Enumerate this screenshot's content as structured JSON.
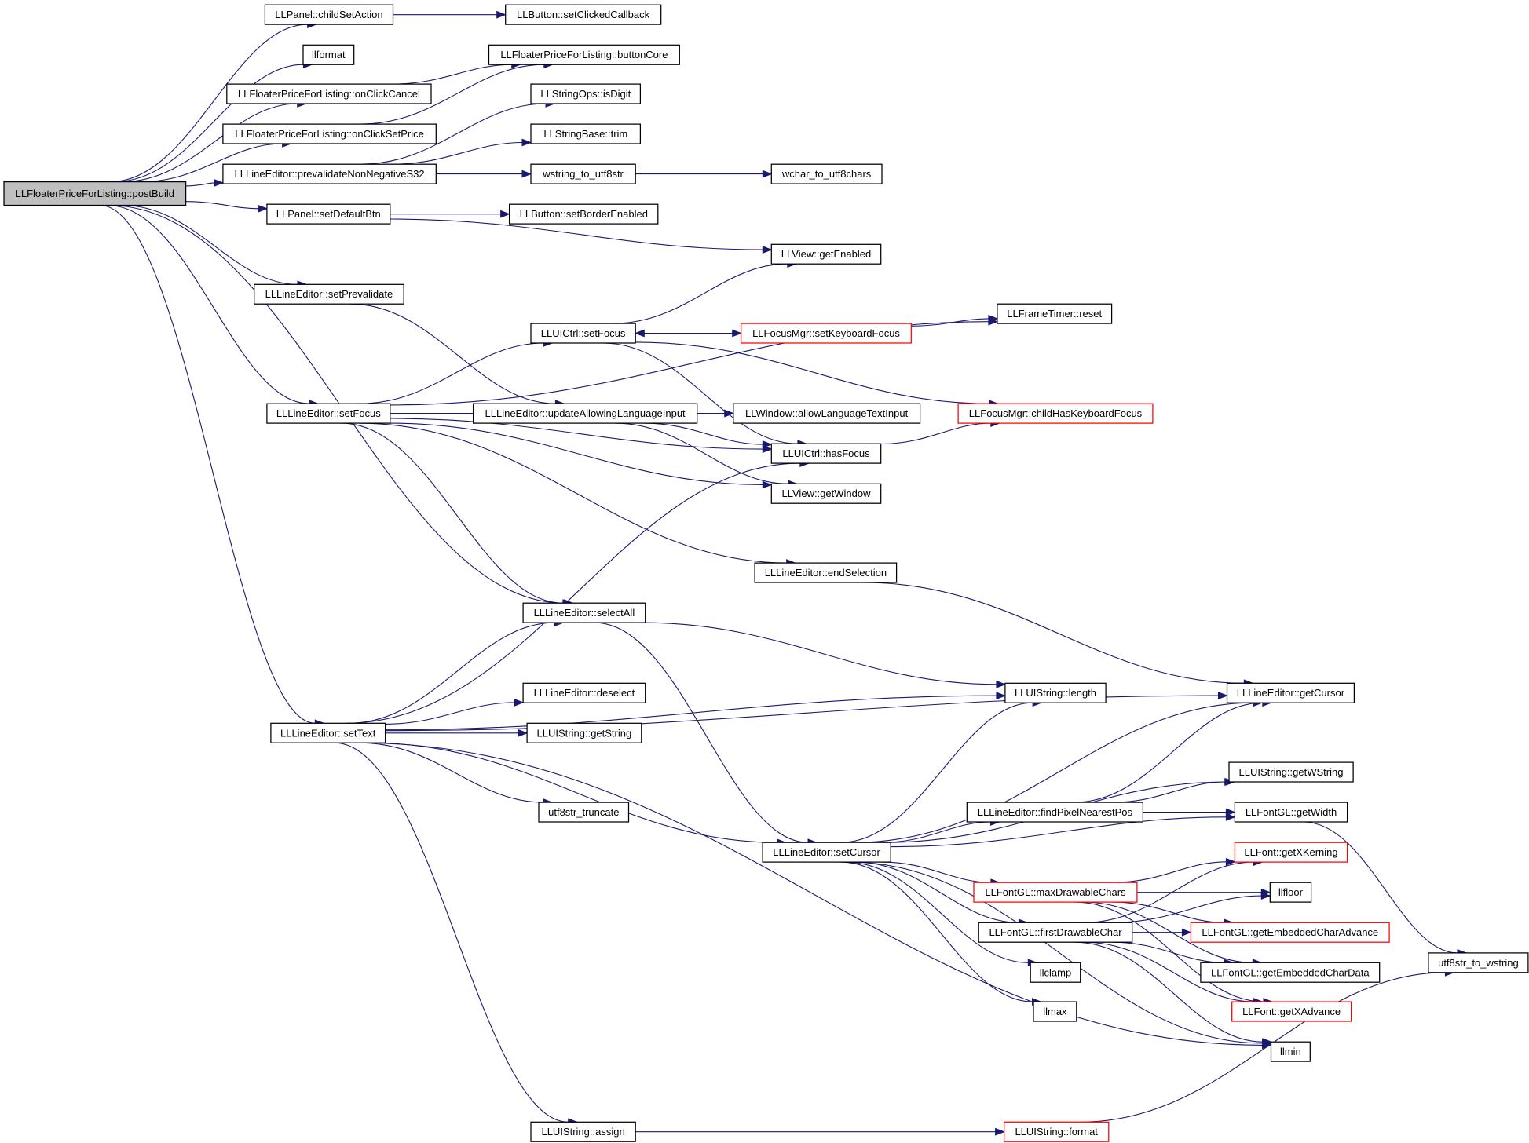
{
  "colors": {
    "edge": "#191970",
    "border_normal": "#000000",
    "border_truncated": "#ff0000",
    "fill_root": "#bfbfbf",
    "fill_normal": "#ffffff"
  },
  "nodes": [
    {
      "id": "postBuild",
      "label": "LLFloaterPriceForListing::postBuild",
      "kind": "root"
    },
    {
      "id": "childSetAction",
      "label": "LLPanel::childSetAction",
      "kind": "normal"
    },
    {
      "id": "setClickedCallback",
      "label": "LLButton::setClickedCallback",
      "kind": "normal"
    },
    {
      "id": "llformat",
      "label": "llformat",
      "kind": "normal"
    },
    {
      "id": "buttonCore",
      "label": "LLFloaterPriceForListing::buttonCore",
      "kind": "normal"
    },
    {
      "id": "onClickCancel",
      "label": "LLFloaterPriceForListing::onClickCancel",
      "kind": "normal"
    },
    {
      "id": "isDigit",
      "label": "LLStringOps::isDigit",
      "kind": "normal"
    },
    {
      "id": "onClickSetPrice",
      "label": "LLFloaterPriceForListing::onClickSetPrice",
      "kind": "normal"
    },
    {
      "id": "trim",
      "label": "LLStringBase::trim",
      "kind": "normal"
    },
    {
      "id": "prevalidateNonNegativeS32",
      "label": "LLLineEditor::prevalidateNonNegativeS32",
      "kind": "normal"
    },
    {
      "id": "wstring_to_utf8str",
      "label": "wstring_to_utf8str",
      "kind": "normal"
    },
    {
      "id": "wchar_to_utf8chars",
      "label": "wchar_to_utf8chars",
      "kind": "normal"
    },
    {
      "id": "setDefaultBtn",
      "label": "LLPanel::setDefaultBtn",
      "kind": "normal"
    },
    {
      "id": "setBorderEnabled",
      "label": "LLButton::setBorderEnabled",
      "kind": "normal"
    },
    {
      "id": "getEnabled",
      "label": "LLView::getEnabled",
      "kind": "normal"
    },
    {
      "id": "setPrevalidate",
      "label": "LLLineEditor::setPrevalidate",
      "kind": "normal"
    },
    {
      "id": "reset",
      "label": "LLFrameTimer::reset",
      "kind": "normal"
    },
    {
      "id": "uictrlSetFocus",
      "label": "LLUICtrl::setFocus",
      "kind": "normal"
    },
    {
      "id": "setKeyboardFocus",
      "label": "LLFocusMgr::setKeyboardFocus",
      "kind": "truncated"
    },
    {
      "id": "leSetFocus",
      "label": "LLLineEditor::setFocus",
      "kind": "normal"
    },
    {
      "id": "updateAllowingLanguageInput",
      "label": "LLLineEditor::updateAllowingLanguageInput",
      "kind": "normal"
    },
    {
      "id": "allowLanguageTextInput",
      "label": "LLWindow::allowLanguageTextInput",
      "kind": "normal"
    },
    {
      "id": "childHasKeyboardFocus",
      "label": "LLFocusMgr::childHasKeyboardFocus",
      "kind": "truncated"
    },
    {
      "id": "hasFocus",
      "label": "LLUICtrl::hasFocus",
      "kind": "normal"
    },
    {
      "id": "getWindow",
      "label": "LLView::getWindow",
      "kind": "normal"
    },
    {
      "id": "endSelection",
      "label": "LLLineEditor::endSelection",
      "kind": "normal"
    },
    {
      "id": "selectAll",
      "label": "LLLineEditor::selectAll",
      "kind": "normal"
    },
    {
      "id": "length",
      "label": "LLUIString::length",
      "kind": "normal"
    },
    {
      "id": "getCursor",
      "label": "LLLineEditor::getCursor",
      "kind": "normal"
    },
    {
      "id": "deselect",
      "label": "LLLineEditor::deselect",
      "kind": "normal"
    },
    {
      "id": "setText",
      "label": "LLLineEditor::setText",
      "kind": "normal"
    },
    {
      "id": "getString",
      "label": "LLUIString::getString",
      "kind": "normal"
    },
    {
      "id": "getWString",
      "label": "LLUIString::getWString",
      "kind": "normal"
    },
    {
      "id": "utf8str_truncate",
      "label": "utf8str_truncate",
      "kind": "normal"
    },
    {
      "id": "findPixelNearestPos",
      "label": "LLLineEditor::findPixelNearestPos",
      "kind": "normal"
    },
    {
      "id": "getWidth",
      "label": "LLFontGL::getWidth",
      "kind": "normal"
    },
    {
      "id": "setCursor",
      "label": "LLLineEditor::setCursor",
      "kind": "normal"
    },
    {
      "id": "getXKerning",
      "label": "LLFont::getXKerning",
      "kind": "truncated"
    },
    {
      "id": "maxDrawableChars",
      "label": "LLFontGL::maxDrawableChars",
      "kind": "truncated"
    },
    {
      "id": "llfloor",
      "label": "llfloor",
      "kind": "normal"
    },
    {
      "id": "firstDrawableChar",
      "label": "LLFontGL::firstDrawableChar",
      "kind": "normal"
    },
    {
      "id": "getEmbeddedCharAdvance",
      "label": "LLFontGL::getEmbeddedCharAdvance",
      "kind": "truncated"
    },
    {
      "id": "llclamp",
      "label": "llclamp",
      "kind": "normal"
    },
    {
      "id": "getEmbeddedCharData",
      "label": "LLFontGL::getEmbeddedCharData",
      "kind": "normal"
    },
    {
      "id": "utf8str_to_wstring",
      "label": "utf8str_to_wstring",
      "kind": "normal"
    },
    {
      "id": "llmax",
      "label": "llmax",
      "kind": "normal"
    },
    {
      "id": "getXAdvance",
      "label": "LLFont::getXAdvance",
      "kind": "truncated"
    },
    {
      "id": "llmin",
      "label": "llmin",
      "kind": "normal"
    },
    {
      "id": "assign",
      "label": "LLUIString::assign",
      "kind": "normal"
    },
    {
      "id": "format",
      "label": "LLUIString::format",
      "kind": "truncated"
    }
  ],
  "edges": [
    {
      "from": "postBuild",
      "to": "childSetAction"
    },
    {
      "from": "postBuild",
      "to": "llformat"
    },
    {
      "from": "postBuild",
      "to": "onClickCancel"
    },
    {
      "from": "postBuild",
      "to": "onClickSetPrice"
    },
    {
      "from": "postBuild",
      "to": "prevalidateNonNegativeS32"
    },
    {
      "from": "postBuild",
      "to": "setDefaultBtn"
    },
    {
      "from": "postBuild",
      "to": "setPrevalidate"
    },
    {
      "from": "postBuild",
      "to": "leSetFocus"
    },
    {
      "from": "postBuild",
      "to": "selectAll"
    },
    {
      "from": "postBuild",
      "to": "setText"
    },
    {
      "from": "childSetAction",
      "to": "setClickedCallback"
    },
    {
      "from": "onClickCancel",
      "to": "buttonCore"
    },
    {
      "from": "onClickSetPrice",
      "to": "buttonCore"
    },
    {
      "from": "prevalidateNonNegativeS32",
      "to": "isDigit"
    },
    {
      "from": "prevalidateNonNegativeS32",
      "to": "trim"
    },
    {
      "from": "prevalidateNonNegativeS32",
      "to": "wstring_to_utf8str"
    },
    {
      "from": "wstring_to_utf8str",
      "to": "wchar_to_utf8chars"
    },
    {
      "from": "setDefaultBtn",
      "to": "setBorderEnabled"
    },
    {
      "from": "setDefaultBtn",
      "to": "getEnabled"
    },
    {
      "from": "setPrevalidate",
      "to": "updateAllowingLanguageInput"
    },
    {
      "from": "uictrlSetFocus",
      "to": "getEnabled"
    },
    {
      "from": "uictrlSetFocus",
      "to": "setKeyboardFocus"
    },
    {
      "from": "uictrlSetFocus",
      "to": "childHasKeyboardFocus"
    },
    {
      "from": "uictrlSetFocus",
      "to": "hasFocus"
    },
    {
      "from": "setKeyboardFocus",
      "to": "uictrlSetFocus"
    },
    {
      "from": "setKeyboardFocus",
      "to": "reset"
    },
    {
      "from": "leSetFocus",
      "to": "reset"
    },
    {
      "from": "leSetFocus",
      "to": "uictrlSetFocus"
    },
    {
      "from": "leSetFocus",
      "to": "allowLanguageTextInput"
    },
    {
      "from": "leSetFocus",
      "to": "hasFocus"
    },
    {
      "from": "leSetFocus",
      "to": "getWindow"
    },
    {
      "from": "leSetFocus",
      "to": "endSelection"
    },
    {
      "from": "leSetFocus",
      "to": "selectAll"
    },
    {
      "from": "updateAllowingLanguageInput",
      "to": "allowLanguageTextInput"
    },
    {
      "from": "updateAllowingLanguageInput",
      "to": "hasFocus"
    },
    {
      "from": "updateAllowingLanguageInput",
      "to": "getWindow"
    },
    {
      "from": "hasFocus",
      "to": "childHasKeyboardFocus"
    },
    {
      "from": "endSelection",
      "to": "getCursor"
    },
    {
      "from": "selectAll",
      "to": "length"
    },
    {
      "from": "selectAll",
      "to": "setCursor"
    },
    {
      "from": "setText",
      "to": "hasFocus"
    },
    {
      "from": "setText",
      "to": "selectAll"
    },
    {
      "from": "setText",
      "to": "getCursor"
    },
    {
      "from": "setText",
      "to": "deselect"
    },
    {
      "from": "setText",
      "to": "getString"
    },
    {
      "from": "setText",
      "to": "length"
    },
    {
      "from": "setText",
      "to": "utf8str_truncate"
    },
    {
      "from": "setText",
      "to": "setCursor"
    },
    {
      "from": "setText",
      "to": "llmin"
    },
    {
      "from": "setText",
      "to": "assign"
    },
    {
      "from": "setCursor",
      "to": "length"
    },
    {
      "from": "setCursor",
      "to": "getCursor"
    },
    {
      "from": "setCursor",
      "to": "getWString"
    },
    {
      "from": "setCursor",
      "to": "findPixelNearestPos"
    },
    {
      "from": "setCursor",
      "to": "getWidth"
    },
    {
      "from": "setCursor",
      "to": "maxDrawableChars"
    },
    {
      "from": "setCursor",
      "to": "firstDrawableChar"
    },
    {
      "from": "setCursor",
      "to": "llclamp"
    },
    {
      "from": "setCursor",
      "to": "llmax"
    },
    {
      "from": "setCursor",
      "to": "llmin"
    },
    {
      "from": "findPixelNearestPos",
      "to": "getCursor"
    },
    {
      "from": "findPixelNearestPos",
      "to": "getWString"
    },
    {
      "from": "findPixelNearestPos",
      "to": "getWidth"
    },
    {
      "from": "getWidth",
      "to": "utf8str_to_wstring"
    },
    {
      "from": "maxDrawableChars",
      "to": "getXKerning"
    },
    {
      "from": "maxDrawableChars",
      "to": "llfloor"
    },
    {
      "from": "maxDrawableChars",
      "to": "getEmbeddedCharAdvance"
    },
    {
      "from": "maxDrawableChars",
      "to": "getEmbeddedCharData"
    },
    {
      "from": "maxDrawableChars",
      "to": "getXAdvance"
    },
    {
      "from": "firstDrawableChar",
      "to": "getXKerning"
    },
    {
      "from": "firstDrawableChar",
      "to": "llfloor"
    },
    {
      "from": "firstDrawableChar",
      "to": "getEmbeddedCharAdvance"
    },
    {
      "from": "firstDrawableChar",
      "to": "getEmbeddedCharData"
    },
    {
      "from": "firstDrawableChar",
      "to": "getXAdvance"
    },
    {
      "from": "firstDrawableChar",
      "to": "llmin"
    },
    {
      "from": "assign",
      "to": "format"
    },
    {
      "from": "format",
      "to": "utf8str_to_wstring"
    }
  ]
}
